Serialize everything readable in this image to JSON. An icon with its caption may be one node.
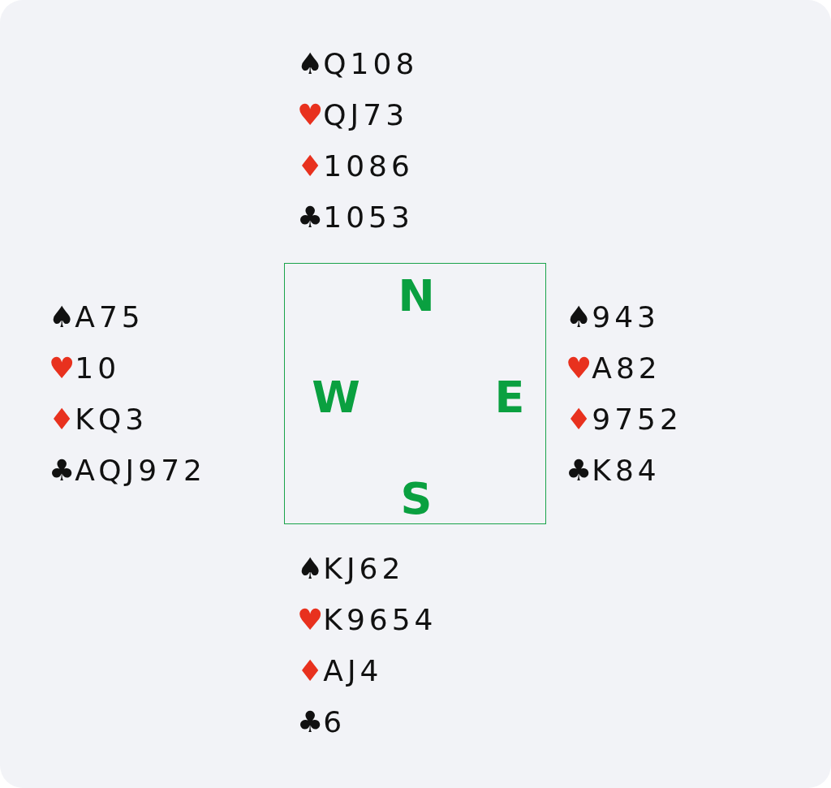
{
  "diagram": {
    "nodes": [
      {
        "text": [
          "N",
          "W",
          "E",
          "S"
        ]
      }
    ],
    "labels": [
      "♠Q108",
      "♥QJ73",
      "♦1086",
      "♣1053",
      "♠A75",
      "♥10",
      "♦KQ3",
      "♣AQJ972",
      "♠943",
      "♥A82",
      "♦9752",
      "♣K84",
      "♠KJ62",
      "♥K9654",
      "♦AJ4",
      "♣6"
    ]
  }
}
